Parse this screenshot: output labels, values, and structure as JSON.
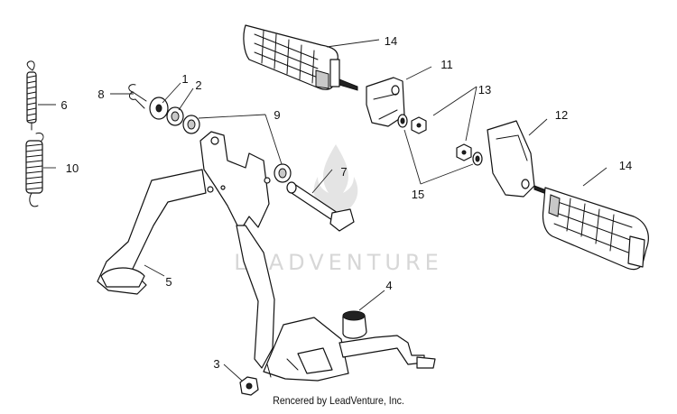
{
  "diagram": {
    "callouts": [
      "1",
      "2",
      "3",
      "4",
      "5",
      "6",
      "7",
      "8",
      "9",
      "10",
      "11",
      "12",
      "13",
      "14",
      "14",
      "15"
    ],
    "watermark": "LEADVENTURE",
    "credit": "Rencered by LeadVenture, Inc."
  }
}
